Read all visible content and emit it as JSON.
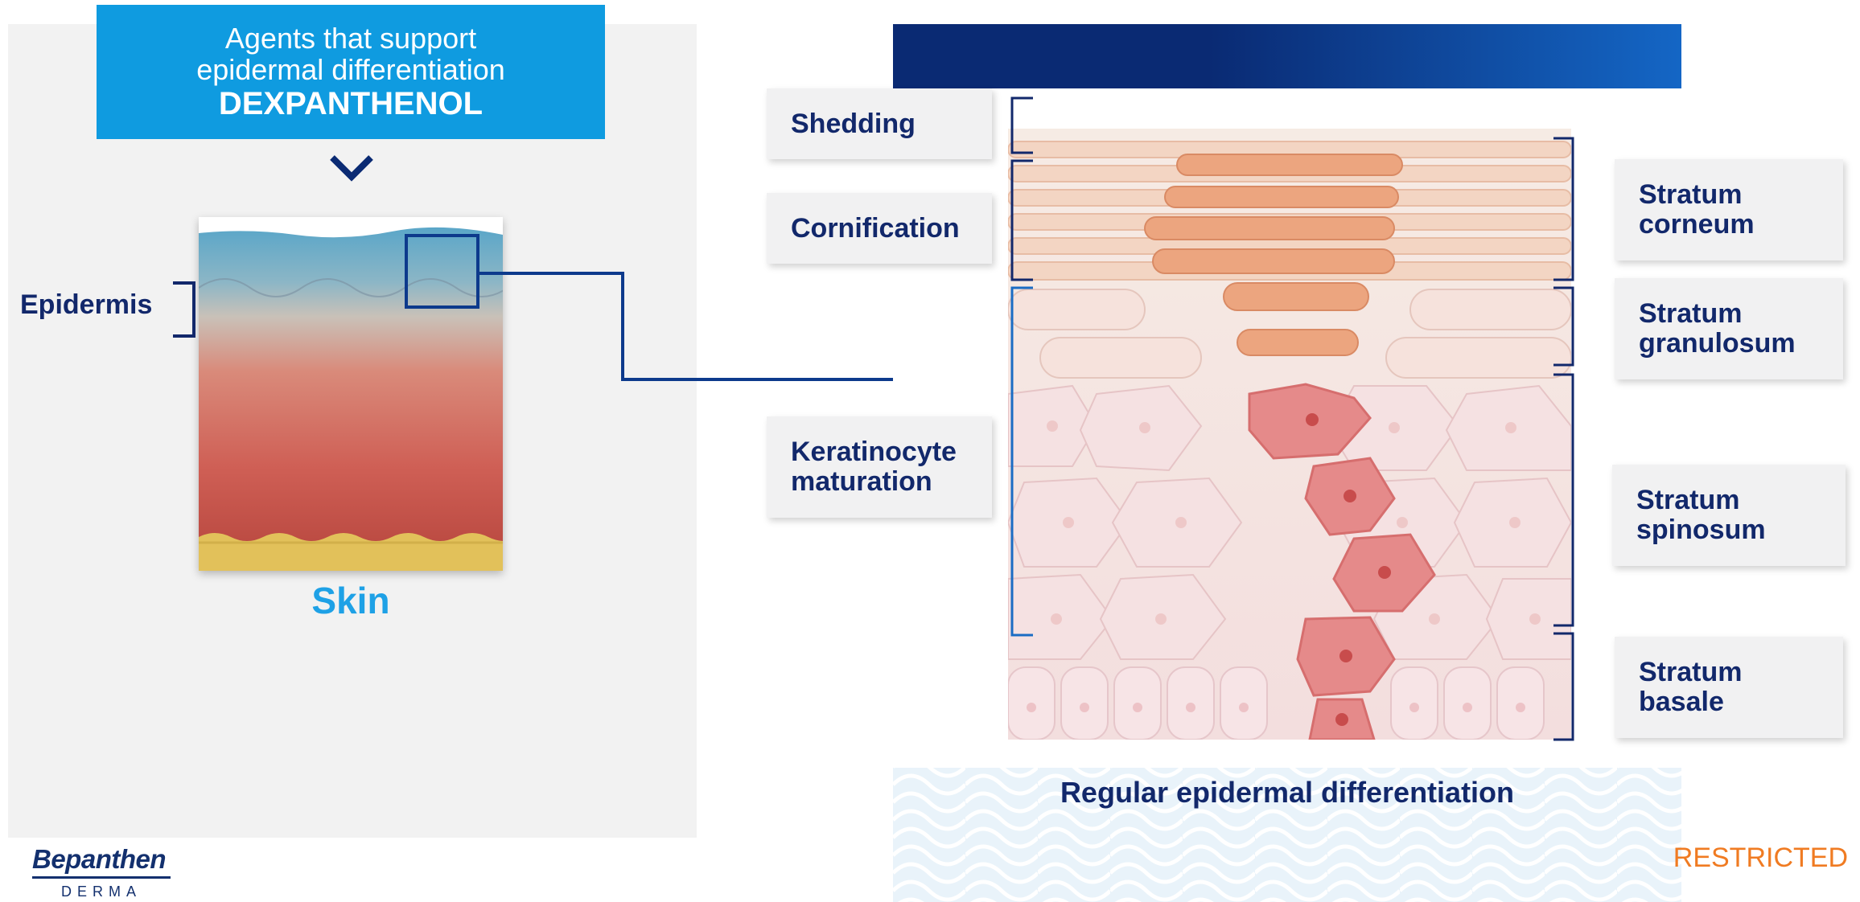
{
  "agent_box": {
    "line1": "Agents that support",
    "line2": "epidermal differentiation",
    "line3": "DEXPANTHENOL"
  },
  "skin": {
    "label": "Skin",
    "epidermis_label": "Epidermis"
  },
  "process_labels": {
    "shedding": "Shedding",
    "cornification": "Cornification",
    "keratinocyte_line1": "Keratinocyte",
    "keratinocyte_line2": "maturation"
  },
  "strata": {
    "corneum": [
      "Stratum",
      "corneum"
    ],
    "granulosum": [
      "Stratum",
      "granulosum"
    ],
    "spinosum": [
      "Stratum",
      "spinosum"
    ],
    "basale": [
      "Stratum",
      "basale"
    ]
  },
  "panel_title": "Regular epidermal differentiation",
  "brand": {
    "name": "Bepanthen",
    "sub": "DERMA"
  },
  "classification": "RESTRICTED",
  "colors": {
    "navy": "#12286b",
    "accent_blue": "#0f9be0",
    "skin_label": "#1ea1e6",
    "restricted": "#f07b22"
  }
}
